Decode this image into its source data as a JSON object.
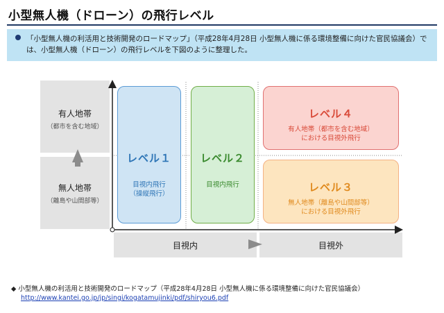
{
  "title": "小型無人機（ドローン）の飛行レベル",
  "intro": "「小型無人機の利活用と技術開発のロードマップ」（平成28年4月28日 小型無人機に係る環境整備に向けた官民協議会）では、小型無人機（ドローン）の飛行レベルを下図のように整理した。",
  "rows": [
    {
      "label": "有人地帯",
      "sub": "（都市を含む地域）"
    },
    {
      "label": "無人地帯",
      "sub": "（離島や山間部等）"
    }
  ],
  "columns": {
    "left": "目視内",
    "right": "目視外"
  },
  "levels": {
    "l1": {
      "title": "レベル１",
      "desc1": "目視内飛行",
      "desc2": "（操縦飛行）"
    },
    "l2": {
      "title": "レベル２",
      "desc1": "目視内飛行"
    },
    "l3": {
      "title": "レベル３",
      "desc1": "無人地帯（離島や山間部等）",
      "desc2": "における目視外飛行"
    },
    "l4": {
      "title": "レベル４",
      "desc1": "有人地帯（都市を含む地域）",
      "desc2": "における目視外飛行"
    }
  },
  "colors": {
    "level1_fill": "#cfe4f4",
    "level1_border": "#5b9bd5",
    "level1_text": "#2e75b6",
    "level2_fill": "#d6efd6",
    "level2_border": "#70ad47",
    "level2_text": "#3a8a2e",
    "level3_fill": "#fde5bf",
    "level3_border": "#f4b183",
    "level3_text": "#e08a1e",
    "level4_fill": "#fbd4d0",
    "level4_border": "#e07070",
    "level4_text": "#d94b3a"
  },
  "footnote": "◆ 小型無人機の利活用と技術開発のロードマップ（平成28年4月28日 小型無人機に係る環境整備に向けた官民協議会）",
  "footlink": "http://www.kantei.go.jp/jp/singi/kogatamujinki/pdf/shiryou6.pdf"
}
